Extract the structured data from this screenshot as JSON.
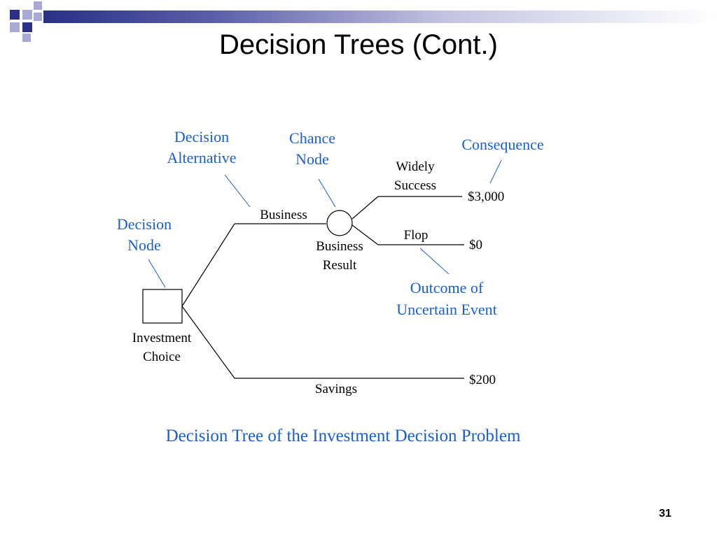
{
  "slide": {
    "title": "Decision Trees (Cont.)",
    "page_number": "31",
    "caption": "Decision Tree of the Investment Decision Problem"
  },
  "colors": {
    "accent_blue": "#1a5fd0",
    "deco_navy": "#2b2f86",
    "deco_lavender": "#a9a9d6",
    "line": "#000000"
  },
  "tree": {
    "decision_node": {
      "label_line1": "Investment",
      "label_line2": "Choice"
    },
    "chance_node": {
      "label_line1": "Business",
      "label_line2": "Result"
    },
    "branches": {
      "business": "Business",
      "savings": "Savings",
      "success_line1": "Widely",
      "success_line2": "Success",
      "flop": "Flop"
    },
    "payoffs": {
      "success": "$3,000",
      "flop": "$0",
      "savings": "$200"
    }
  },
  "callouts": {
    "decision_node_line1": "Decision",
    "decision_node_line2": "Node",
    "decision_alternative_line1": "Decision",
    "decision_alternative_line2": "Alternative",
    "chance_node_line1": "Chance",
    "chance_node_line2": "Node",
    "consequence": "Consequence",
    "outcome_line1": "Outcome of",
    "outcome_line2": "Uncertain Event"
  }
}
